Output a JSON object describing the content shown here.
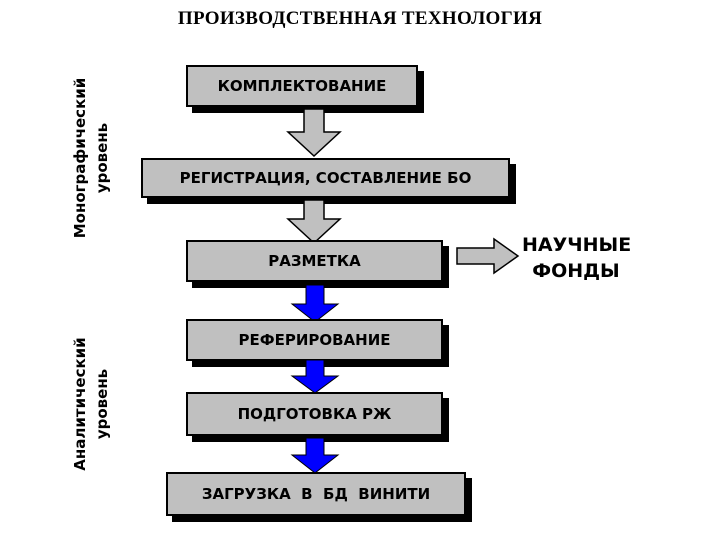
{
  "title": "ПРОИЗВОДСТВЕННАЯ ТЕХНОЛОГИЯ",
  "levels": {
    "monographic": {
      "line1": "Монографический",
      "line2": "уровень"
    },
    "analytic": {
      "line1": "Аналитический",
      "line2": "уровень"
    }
  },
  "steps": [
    "КОМПЛЕКТОВАНИЕ",
    "РЕГИСТРАЦИЯ, СОСТАВЛЕНИЕ БО",
    "РАЗМЕТКА",
    "РЕФЕРИРОВАНИЕ",
    "ПОДГОТОВКА РЖ",
    "ЗАГРУЗКА  В  БД  ВИНИТИ"
  ],
  "output": {
    "line1": "НАУЧНЫЕ",
    "line2": "ФОНДЫ"
  },
  "colors": {
    "box_fill": "#c0c0c0",
    "gray_arrow": "#c0c0c0",
    "blue_arrow": "#0000ff"
  }
}
